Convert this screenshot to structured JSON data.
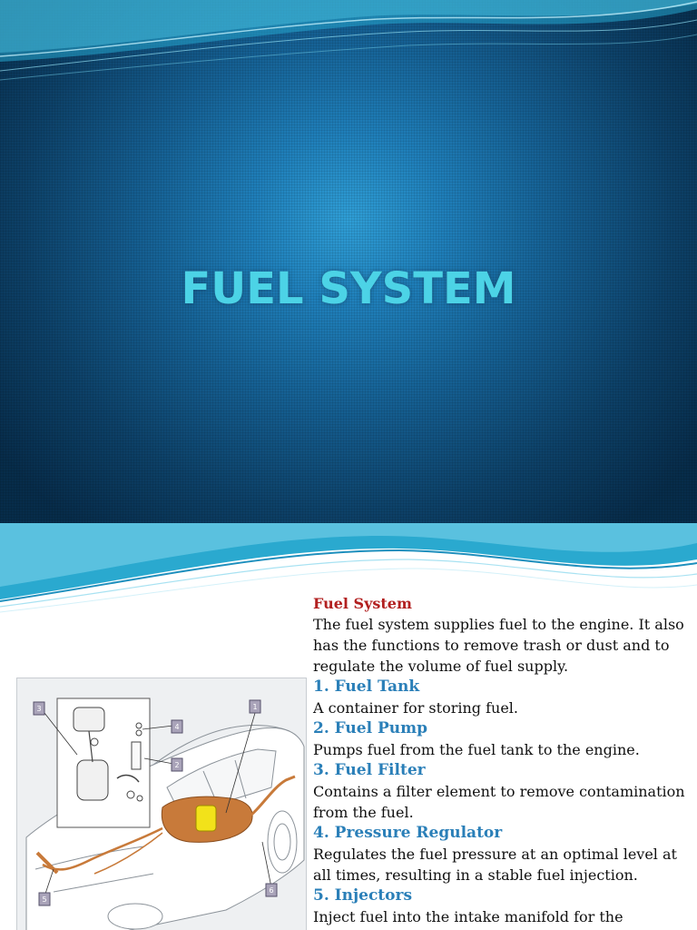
{
  "slide1": {
    "title": "FUEL SYSTEM"
  },
  "slide2": {
    "heading": "Fuel System",
    "intro": "The fuel system supplies fuel to the engine. It also has the functions to remove trash or dust and to regulate the volume of fuel supply.",
    "items": [
      {
        "title": "1. Fuel Tank",
        "desc": "A container for storing fuel."
      },
      {
        "title": "2. Fuel Pump",
        "desc": "Pumps fuel from the fuel tank to the engine."
      },
      {
        "title": "3. Fuel Filter",
        "desc": "Contains a filter element to remove contamination from the fuel."
      },
      {
        "title": "4. Pressure Regulator",
        "desc": "Regulates the fuel pressure at an optimal level at all times, resulting in a stable fuel injection."
      },
      {
        "title": "5. Injectors",
        "desc": "Inject fuel into the intake manifold for the"
      }
    ],
    "diagram_callouts": [
      "1",
      "2",
      "3",
      "4",
      "5",
      "6"
    ]
  },
  "colors": {
    "title_cyan": "#4cd3e6",
    "heading_red": "#b22020",
    "heading_blue": "#2a7fb8",
    "fuel_line_orange": "#c87a3a",
    "pump_yellow": "#f2e21a"
  }
}
